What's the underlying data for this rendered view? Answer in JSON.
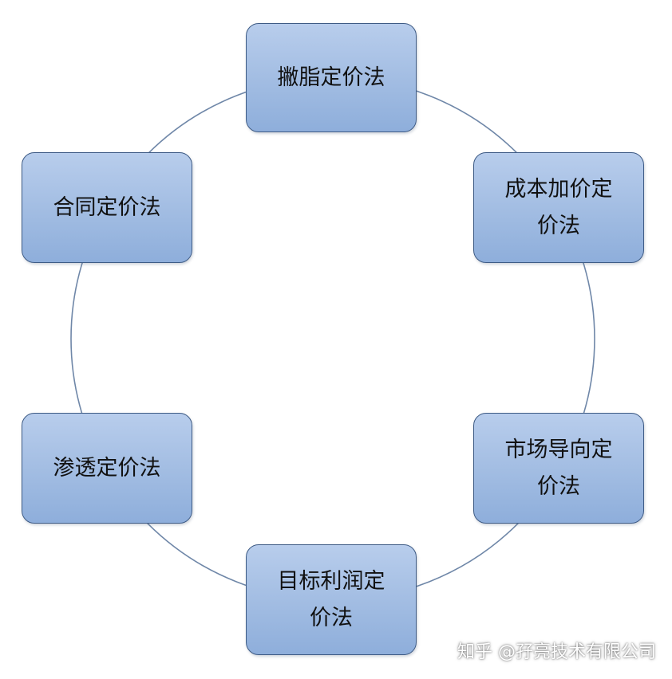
{
  "diagram": {
    "ring_color": "#6f87a8",
    "box_fill": "#a8c0e4",
    "box_border": "#3e5b85",
    "nodes": {
      "top": {
        "line1": "撇脂定价法",
        "line2": ""
      },
      "ne": {
        "line1": "成本加价定",
        "line2": "价法"
      },
      "se": {
        "line1": "市场导向定",
        "line2": "价法"
      },
      "bottom": {
        "line1": "目标利润定",
        "line2": "价法"
      },
      "sw": {
        "line1": "渗透定价法",
        "line2": ""
      },
      "nw": {
        "line1": "合同定价法",
        "line2": ""
      }
    }
  },
  "watermark": "知乎 @孖亮技术有限公司"
}
